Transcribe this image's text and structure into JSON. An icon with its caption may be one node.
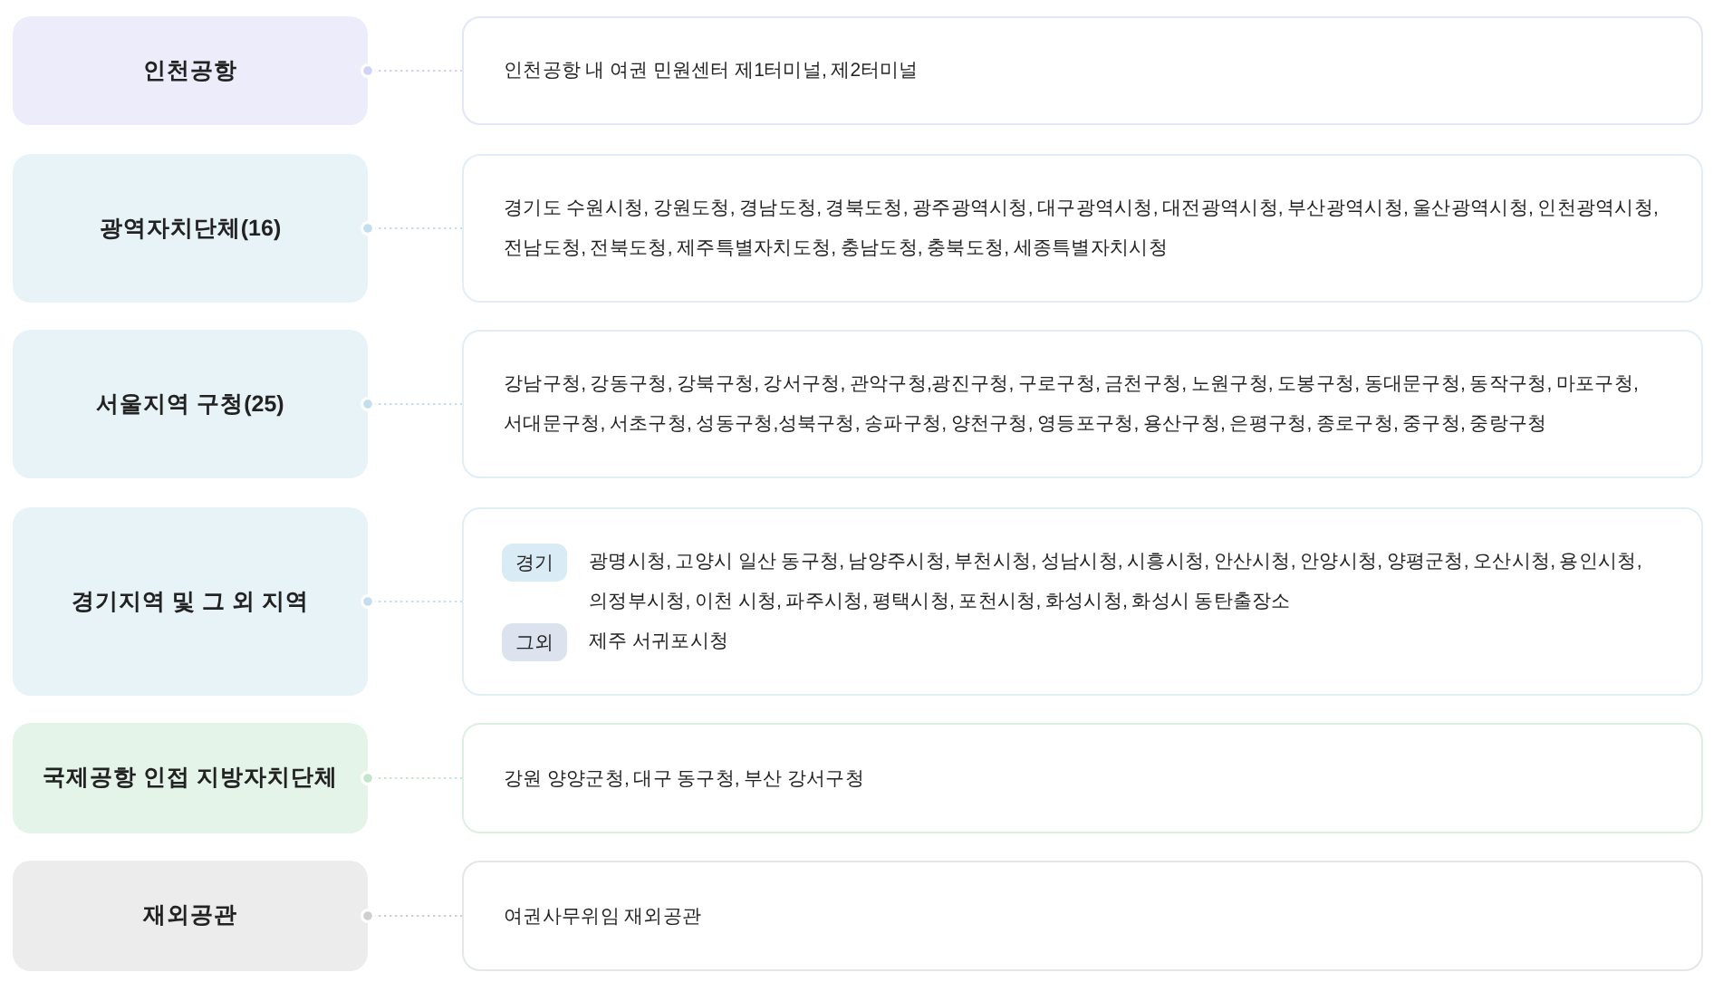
{
  "diagram": {
    "nodes": [
      {
        "text": [
          "인천공항"
        ]
      },
      {
        "text": [
          "인천공항 내 여권 민원센터 제1터미널, 제2터미널"
        ]
      },
      {
        "text": [
          "광역자치단체(16)"
        ]
      },
      {
        "text": [
          "경기도 수원시청, 강원도청, 경남도청, 경북도청, 광주광역시청, 대구광역시청, 대전광역시청, 부산광역시청, 울산광역시청, 인천광역시청, 전남도청, 전북도청, 제주특별자치도청, 충남도청, 충북도청, 세종특별자치시청"
        ]
      },
      {
        "text": [
          "서울지역 구청(25)"
        ]
      },
      {
        "text": [
          "강남구청, 강동구청, 강북구청, 강서구청, 관악구청,광진구청, 구로구청, 금천구청, 노원구청, 도봉구청, 동대문구청, 동작구청, 마포구청, 서대문구청, 서초구청, 성동구청,성북구청, 송파구청, 양천구청, 영등포구청, 용산구청, 은평구청, 종로구청, 중구청, 중랑구청"
        ]
      },
      {
        "text": [
          "경기지역 및 그 외 지역"
        ]
      },
      {
        "text": [],
        "shape": "box"
      },
      {
        "text": [
          "경기"
        ],
        "in": 7,
        "beside": [
          "광명시청, 고양시 일산 동구청, 남양주시청, 부천시청, 성남시청, 시흥시청, 안산시청, 안양시청, 양평군청, 오산시청, 용인시청, 의정부시청, 이천 시청, 파주시청, 평택시청, 포천시청, 화성시청, 화성시 동탄출장소"
        ]
      },
      {
        "text": [
          "그외"
        ],
        "in": 7,
        "beside": [
          "제주 서귀포시청"
        ]
      },
      {
        "text": [
          "국제공항 인접 지방자치단체"
        ]
      },
      {
        "text": [
          "강원 양양군청, 대구 동구청, 부산 강서구청"
        ]
      },
      {
        "text": [
          "재외공관"
        ]
      },
      {
        "text": [
          "여권사무위임 재외공관"
        ]
      }
    ],
    "edges": [
      {
        "from": 0,
        "to": 1,
        "arrow": "other",
        "style": "dashed",
        "color": "#cfd3f5"
      },
      {
        "from": 2,
        "to": 3,
        "arrow": "other",
        "style": "dashed"
      },
      {
        "from": 4,
        "to": 5,
        "arrow": "other",
        "style": "dashed"
      },
      {
        "from": 6,
        "to": 7,
        "arrow": "other",
        "style": "dashed"
      },
      {
        "from": 10,
        "to": 11,
        "arrow": "other",
        "style": "dashed",
        "color": "#c2e6cc"
      },
      {
        "from": 12,
        "to": 13,
        "arrow": "other",
        "style": "dashed",
        "color": "#cfcfcf"
      }
    ]
  }
}
